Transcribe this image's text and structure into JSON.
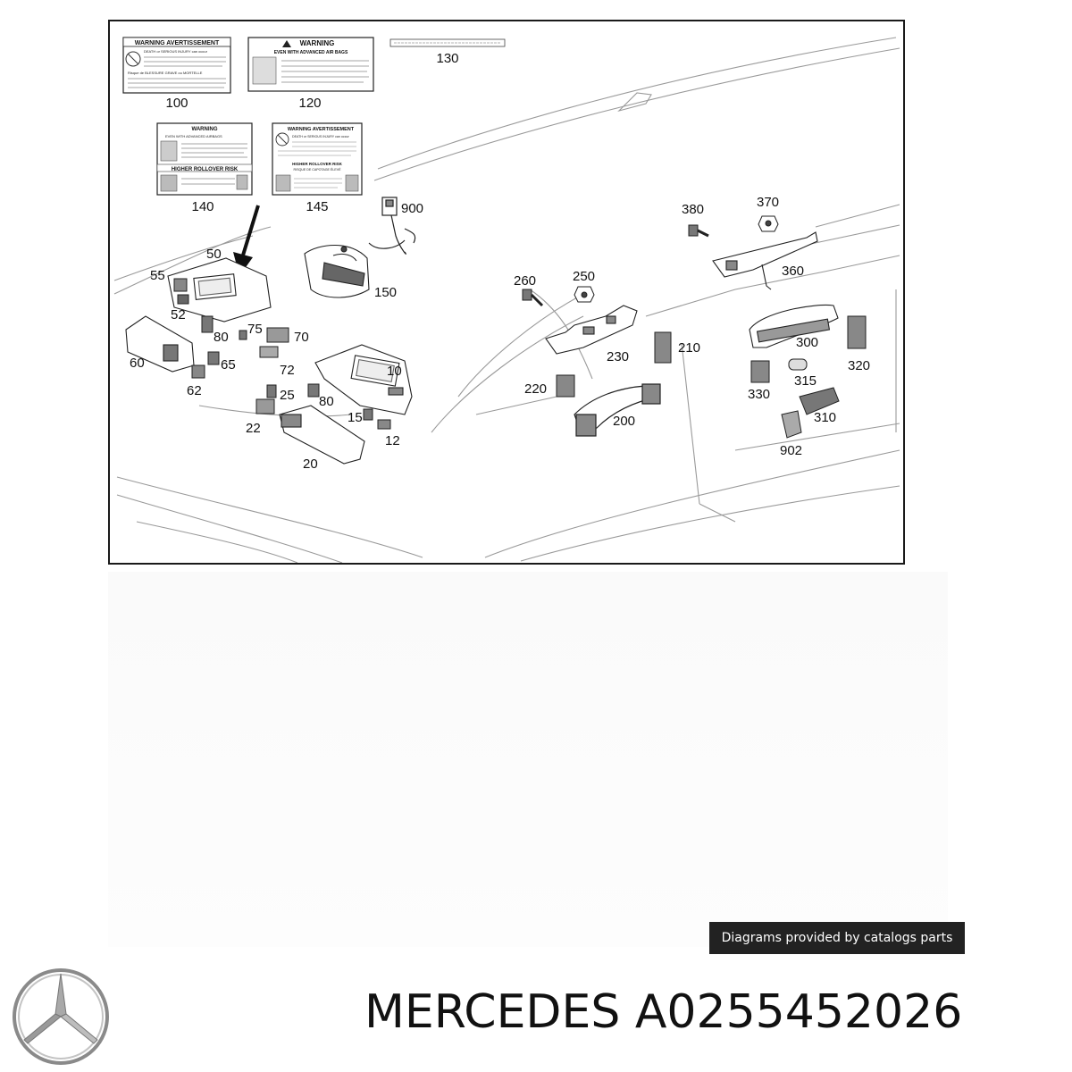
{
  "diagram": {
    "labels": {
      "label_100": {
        "header": "WARNING AVERTISSEMENT",
        "line1": "DEATH or SERIOUS INJURY can occur",
        "line2": "Risque de BLESSURE GRAVE ou MORTELLE"
      },
      "label_120": {
        "header": "WARNING",
        "line1": "EVEN WITH ADVANCED AIR BAGS"
      },
      "label_140": {
        "header": "WARNING",
        "line1": "EVEN WITH ADVANCED AIRBAGS",
        "line2": "HIGHER ROLLOVER RISK"
      },
      "label_145": {
        "header": "WARNING AVERTISSEMENT",
        "line1": "DEATH or SERIOUS INJURY can occur",
        "line2": "HIGHER ROLLOVER RISK",
        "line3": "RISQUE DE CAPOTAGE ÉLEVÉ"
      }
    },
    "callouts": {
      "c100": "100",
      "c120": "120",
      "c130": "130",
      "c140": "140",
      "c145": "145",
      "c900": "900",
      "c150": "150",
      "c50": "50",
      "c55": "55",
      "c52": "52",
      "c60": "60",
      "c80a": "80",
      "c75": "75",
      "c70": "70",
      "c65": "65",
      "c62": "62",
      "c72": "72",
      "c10": "10",
      "c25": "25",
      "c80b": "80",
      "c22": "22",
      "c15": "15",
      "c12": "12",
      "c20": "20",
      "c260": "260",
      "c250": "250",
      "c230": "230",
      "c210": "210",
      "c220": "220",
      "c200": "200",
      "c380": "380",
      "c370": "370",
      "c360": "360",
      "c300": "300",
      "c320": "320",
      "c330": "330",
      "c315": "315",
      "c310": "310",
      "c902": "902"
    }
  },
  "footer": {
    "credit": "Diagrams provided by catalogs parts",
    "brand": "MERCEDES",
    "part_number": "A0255452026",
    "title_full": "MERCEDES A0255452026",
    "logo_icon": "mercedes-star-icon"
  }
}
